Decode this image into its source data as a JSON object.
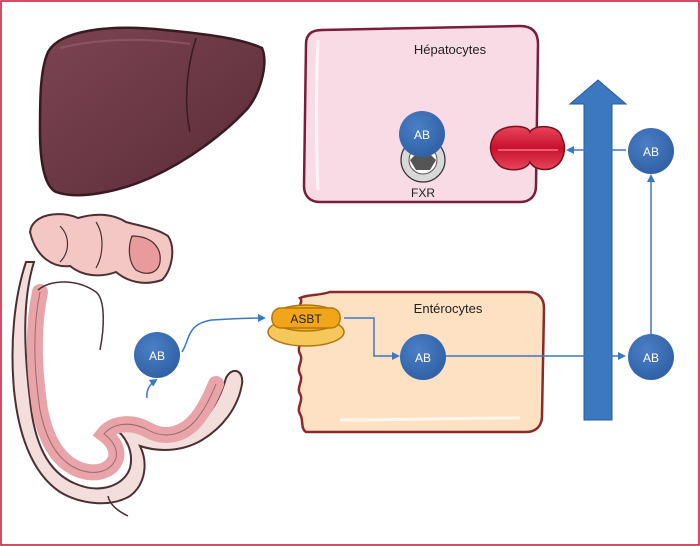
{
  "diagram": {
    "hepatocytes_label": "Hépatocytes",
    "enterocytes_label": "Entérocytes",
    "fxr_label": "FXR",
    "asbt_label": "ASBT",
    "ab_labels": [
      "AB",
      "AB",
      "AB",
      "AB",
      "AB"
    ],
    "colors": {
      "frame": "#c8102e",
      "hepatocyte_fill": "#f9dbe6",
      "hepatocyte_stroke": "#7a1d3a",
      "enterocyte_fill": "#fde1c2",
      "enterocyte_stroke": "#8a2a2a",
      "ab_circle": "#3b6fb6",
      "arrow": "#3b78c0",
      "liver": "#6e3846",
      "transporter_red": "#d9213a",
      "asbt_yellow": "#f0b21d"
    },
    "icons": [
      "liver-icon",
      "intestine-icon",
      "transporter-icon",
      "fxr-receptor-icon"
    ]
  }
}
